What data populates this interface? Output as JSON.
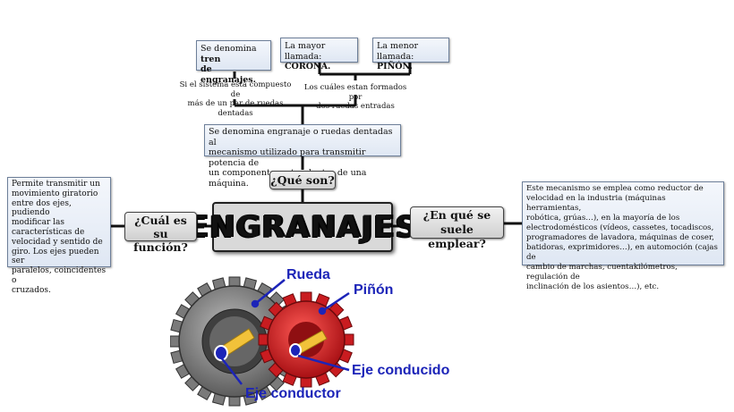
{
  "title": "ENGRANAJES",
  "questions": {
    "que_son": "¿Qué son?",
    "funcion_line1": "¿Cuál es su",
    "funcion_line2": "función?",
    "empleo_line1": "¿En qué se",
    "empleo_line2": "suele emplear?"
  },
  "definition": {
    "line1": "Se denomina engranaje o ruedas dentadas al",
    "line2": "mecanismo utilizado para transmitir potencia de",
    "line3": "un componente a otro dentro de una máquina."
  },
  "tren": {
    "note_line1": "Si el sistema está compuesto de",
    "note_line2": "más de un par de ruedas dentadas",
    "box_prefix": "Se denomina",
    "box_bold1": "tren",
    "box_bold2": "de engranajes."
  },
  "ruedas": {
    "note_line1": "Los cuáles estan formados por",
    "note_line2": "dos ruedas entradas",
    "mayor_label": "La mayor llamada:",
    "mayor_value": "CORONA.",
    "menor_label": "La menor llamada:",
    "menor_value": "PIÑÓN."
  },
  "funcion_text": {
    "l1": "Permite transmitir un",
    "l2": "movimiento giratorio",
    "l3": "entre dos ejes, pudiendo",
    "l4": "modificar las",
    "l5": "características de",
    "l6": "velocidad y sentido de",
    "l7": "giro. Los ejes pueden ser",
    "l8": "paralelos, coincidentes o",
    "l9": "cruzados."
  },
  "empleo_text": {
    "l1": "Este mecanismo se emplea como reductor de",
    "l2": "velocidad en la industria (máquinas herramientas,",
    "l3": "robótica, grúas…), en la mayoría de los",
    "l4": "electrodomésticos (vídeos, cassetes, tocadiscos,",
    "l5": "programadores de lavadora, máquinas de coser,",
    "l6": "batidoras, exprimidores…), en automoción (cajas de",
    "l7": "cambio de marchas, cuentakilómetros, regulación de",
    "l8": "inclinación de los asientos…), etc."
  },
  "gear_labels": {
    "rueda": "Rueda",
    "pinon": "Piñón",
    "eje_conducido": "Eje conducido",
    "eje_conductor": "Eje conductor"
  },
  "colors": {
    "label_blue": "#1c24b8",
    "gear_grey": "#8a8a8a",
    "gear_red": "#d8262a",
    "shaft_yellow": "#f2c23a"
  }
}
